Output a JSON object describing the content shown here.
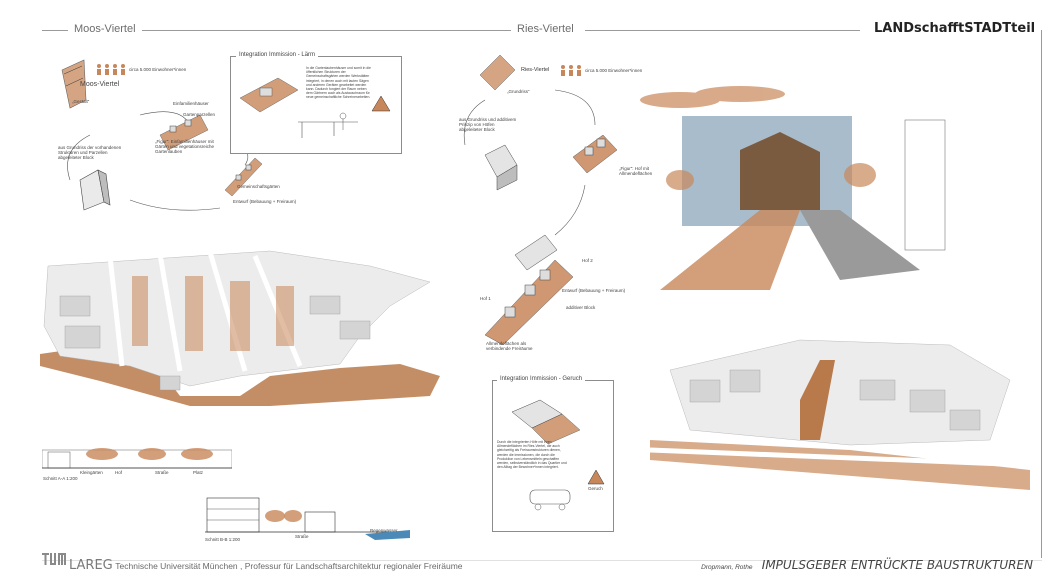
{
  "header": {
    "left_section": "Moos-Viertel",
    "middle_section": "Ries-Viertel",
    "brand": "LANDschafftSTADTteil"
  },
  "moos": {
    "viertel_label": "Moos-Viertel",
    "population": "circa 5.000 Einwohner*innen",
    "gestalt": "„Gestalt“",
    "block_text": "aus Grundriss der vorhandenen Strukturen und Parzellen abgeleiteter Block",
    "einfamilienhaeuser": "Einfamilienhäuser",
    "gartenparzellen": "Gartenparzellen",
    "figur_text": "„Figur“: Einfamilienhäuser mit Gärten und vegetationsreiche Gartenlauben",
    "gemeinschaftsgaerten": "Gemeinschaftsgärten",
    "entwurf": "Entwurf (Bebauung + Freiraum)",
    "integration_title": "Integration Immission - Lärm",
    "integration_text": "In die Gartenlaubenhäuser und somit in die öffentlichen Strukturen der Gemeinschaftsgärten werden Werkstätten integriert, in denen auch mit lauten Sägen und anderen Geräten gearbeitet werden kann. Dadurch fungiert der Raum neben dem Gärtnern auch als Austauschraum für neue gemeinschaftliche Schreinerarbeiten.",
    "schnitt_label": "Schnitt A-A 1:200",
    "schnitt_a_labels": [
      "Kleingärten",
      "Hof",
      "Straße",
      "Platz"
    ],
    "schnitt_b_label": "Schnitt B-B 1:200",
    "schnitt_b_labels": [
      "Straße",
      "Regenwasser"
    ]
  },
  "ries": {
    "viertel_label": "Ries-Viertel",
    "population": "circa 5.000 Einwohner*innen",
    "grundriss": "„Grundriss“",
    "block_text": "aus Grundriss und additivem Prinzip von Höfen abgeleiteter Block",
    "figur_text": "„Figur“: Hof mit Allmendeflächen",
    "hof1": "Hof 1",
    "hof2": "Hof 2",
    "entwurf": "Entwurf (Bebauung + Freiraum)",
    "additiver_block": "additiver Block",
    "allmende": "Allmendeflächen als verbindende Freiräume",
    "integration_title": "Integration Immission - Geruch",
    "integration_text": "Durch die integrierten Höfe mit ihren Allmendeflächen im Ries-Viertel, die auch gleichzeitig als Freiraumstrukturen dienen, werden die Immissionen, die durch die Produktion von Lebensmitteln geschaffen werden, selbstverständlich in das Quartier und den Alltag der Bewohner*innen integriert.",
    "geruch_label": "Geruch"
  },
  "footer": {
    "org_short": "LAREG",
    "org_long": "Technische Universität München , Professur für Landschaftsarchitektur regionaler Freiräume",
    "authors": "Dropmann, Rothe",
    "project_title": "IMPULSGEBER ENTRÜCKTE BAUSTRUKTUREN"
  },
  "colors": {
    "accent": "#c8875a",
    "line": "#9a9a9a",
    "building": "#d9d9d9"
  }
}
